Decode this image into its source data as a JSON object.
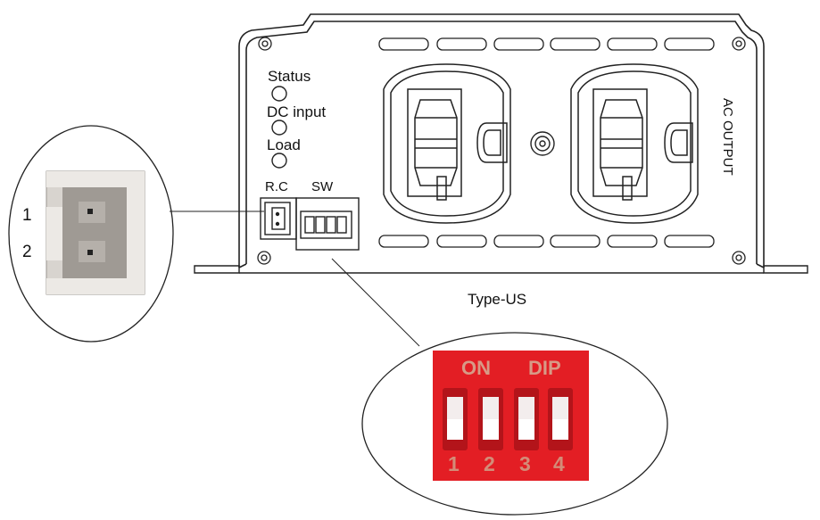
{
  "panel": {
    "status_label": "Status",
    "dc_input_label": "DC input",
    "load_label": "Load",
    "rc_label": "R.C",
    "sw_label": "SW",
    "ac_output_label": "AC OUTPUT"
  },
  "connector_zoom": {
    "pin_labels": [
      "1",
      "2"
    ]
  },
  "caption": "Type-US",
  "dip_zoom": {
    "on_label": "ON",
    "dip_label": "DIP",
    "switch_numbers": [
      "1",
      "2",
      "3",
      "4"
    ],
    "switch_color": "#e31e24"
  }
}
